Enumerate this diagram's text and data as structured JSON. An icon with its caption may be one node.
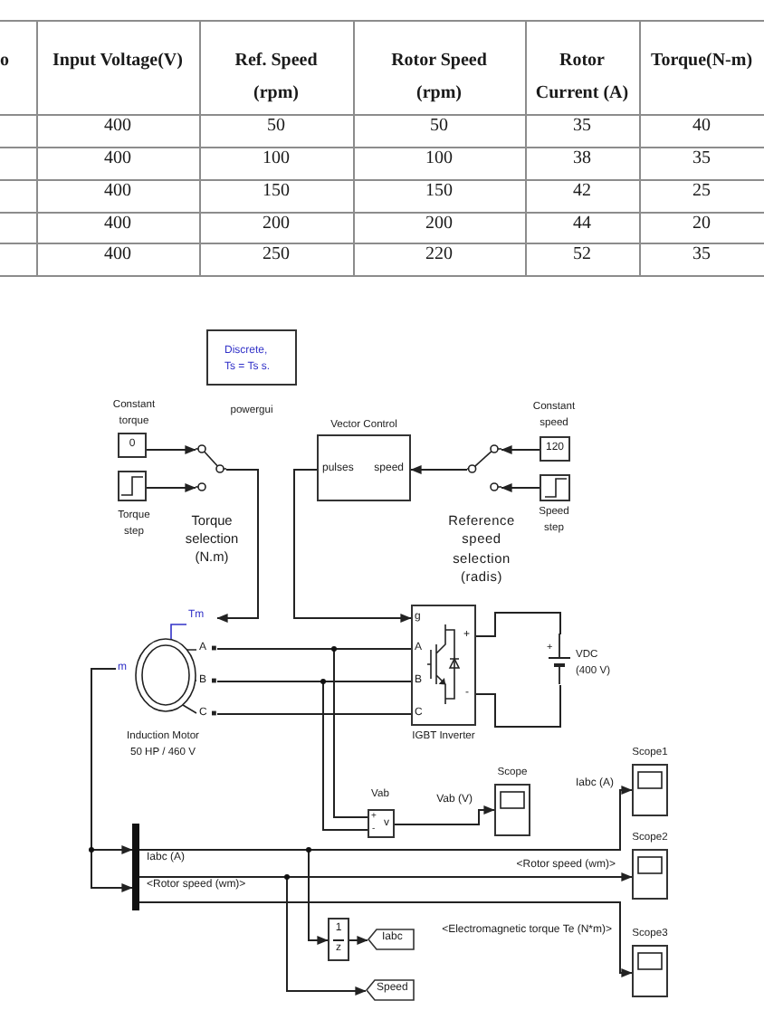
{
  "diagram": {
    "nodes": [
      {
        "text": [
          "Discrete, Ts = Ts s."
        ],
        "beside": [
          "powergui"
        ]
      },
      {
        "text": [
          "0"
        ],
        "beside": [
          "Constant torque"
        ]
      },
      {
        "text": [],
        "shape": "box",
        "beside": [
          "Torque step"
        ]
      },
      {
        "text": [],
        "shape": "switch",
        "beside": [
          "Torque selection (N.m)"
        ]
      },
      {
        "text": [
          "pulses",
          "speed"
        ],
        "beside": [
          "Vector Control"
        ]
      },
      {
        "text": [],
        "shape": "switch",
        "beside": [
          "Reference speed selection (radis)"
        ]
      },
      {
        "text": [
          "120"
        ],
        "beside": [
          "Constant speed"
        ]
      },
      {
        "text": [],
        "shape": "box",
        "beside": [
          "Speed step"
        ]
      },
      {
        "text": [
          "Tm",
          "m",
          "A",
          "B",
          "C"
        ],
        "beside": [
          "Induction Motor 50 HP / 460 V"
        ]
      },
      {
        "text": [
          "g",
          "A",
          "B",
          "C",
          "+",
          "-"
        ],
        "beside": [
          "IGBT Inverter"
        ]
      },
      {
        "text": [
          "+"
        ],
        "beside": [
          "VDC (400 V)"
        ]
      },
      {
        "text": [
          "+",
          "-",
          "v"
        ],
        "beside": [
          "Vab"
        ]
      },
      {
        "text": [],
        "shape": "box",
        "beside": [
          "Scope"
        ]
      },
      {
        "text": [],
        "shape": "bar"
      },
      {
        "text": [],
        "shape": "box",
        "beside": [
          "Scope1"
        ]
      },
      {
        "text": [],
        "shape": "box",
        "beside": [
          "Scope2"
        ]
      },
      {
        "text": [],
        "shape": "box",
        "beside": [
          "Scope3"
        ]
      },
      {
        "text": [
          "1",
          "z"
        ]
      },
      {
        "text": [
          "Iabc"
        ]
      },
      {
        "text": [
          "Speed"
        ]
      }
    ],
    "edges": [
      {
        "from": 1,
        "to": 3,
        "arrow": "to"
      },
      {
        "from": 2,
        "to": 3,
        "arrow": "to"
      },
      {
        "from": 3,
        "to": 8,
        "arrow": "to"
      },
      {
        "from": 4,
        "to": 9,
        "arrow": "to"
      },
      {
        "from": 5,
        "to": 4,
        "arrow": "to"
      },
      {
        "from": 6,
        "to": 5,
        "arrow": "to"
      },
      {
        "from": 7,
        "to": 5,
        "arrow": "to"
      },
      {
        "from": 8,
        "to": 9,
        "arrow": "none"
      },
      {
        "from": 8,
        "to": 9,
        "arrow": "none"
      },
      {
        "from": 8,
        "to": 9,
        "arrow": "none"
      },
      {
        "from": 9,
        "to": 10,
        "arrow": "none"
      },
      {
        "from": 9,
        "to": 10,
        "arrow": "none"
      },
      {
        "from": 8,
        "to": 11,
        "arrow": "none"
      },
      {
        "from": 8,
        "to": 11,
        "arrow": "none"
      },
      {
        "from": 11,
        "to": 12,
        "arrow": "to",
        "label": "Vab (V)"
      },
      {
        "from": 8,
        "to": 13,
        "arrow": "to"
      },
      {
        "from": 8,
        "to": 13,
        "arrow": "to"
      },
      {
        "from": 13,
        "to": 14,
        "arrow": "to",
        "label": "Iabc (A)"
      },
      {
        "from": 13,
        "to": 15,
        "arrow": "to",
        "label": "<Rotor speed (wm)>"
      },
      {
        "from": 13,
        "to": 16,
        "arrow": "to",
        "label": "<Electromagnetic torque Te (N*m)>"
      },
      {
        "from": 13,
        "to": 17,
        "arrow": "to"
      },
      {
        "from": 17,
        "to": 18,
        "arrow": "to"
      },
      {
        "from": 13,
        "to": 19,
        "arrow": "to"
      }
    ],
    "labels": [
      "o",
      "Input Voltage(V)",
      "Ref. Speed (rpm)",
      "Rotor Speed (rpm)",
      "Rotor Current (A)",
      "Torque(N-m)",
      "400",
      "50",
      "50",
      "35",
      "40",
      "400",
      "100",
      "100",
      "38",
      "35",
      "400",
      "150",
      "150",
      "42",
      "25",
      "400",
      "200",
      "200",
      "44",
      "20",
      "400",
      "250",
      "220",
      "52",
      "35",
      "Iabc (A)",
      "<Rotor speed (wm)>"
    ]
  }
}
